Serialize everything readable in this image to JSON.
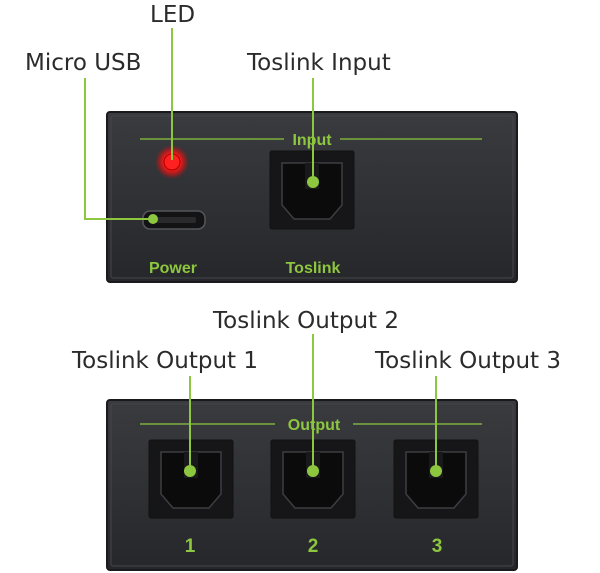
{
  "callouts": {
    "led": "LED",
    "micro_usb": "Micro USB",
    "toslink_input": "Toslink Input",
    "toslink_output_1": "Toslink Output 1",
    "toslink_output_2": "Toslink Output 2",
    "toslink_output_3": "Toslink Output 3"
  },
  "input_panel": {
    "section_label": "Input",
    "power_label": "Power",
    "toslink_label": "Toslink"
  },
  "output_panel": {
    "section_label": "Output",
    "port_labels": [
      "1",
      "2",
      "3"
    ]
  },
  "colors": {
    "accent_green": "#8dc63f",
    "device_body": "#2c2d30",
    "led_red": "#ff2020"
  }
}
